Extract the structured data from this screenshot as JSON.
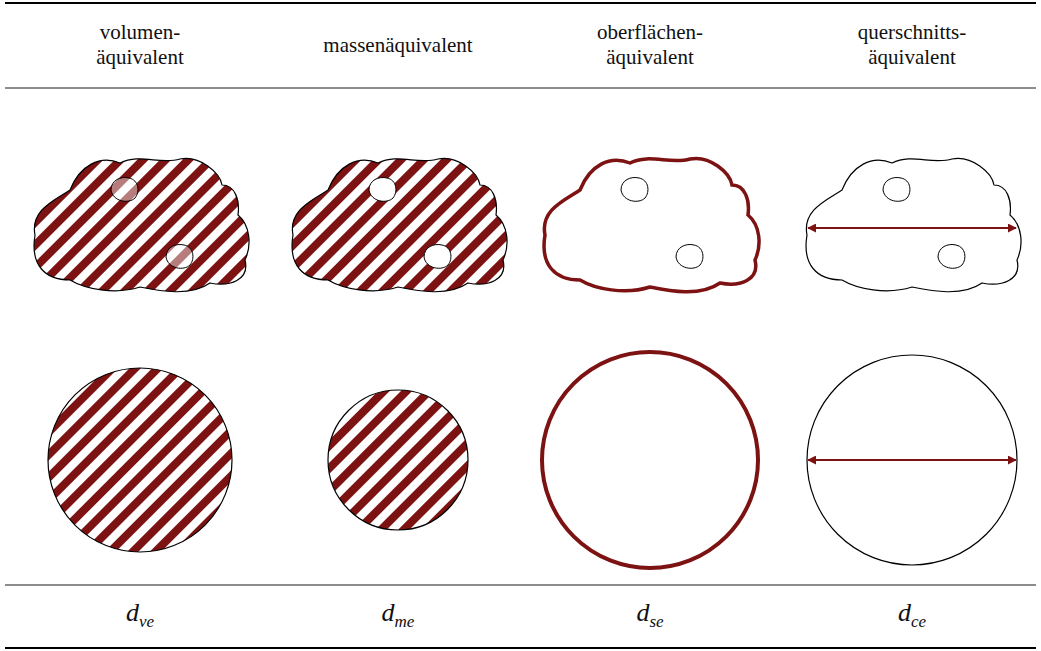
{
  "diagram": {
    "labels": [
      "volumen- äquivalent",
      "massenäquivalent",
      "oberflächen- äquivalent",
      "querschnitts- äquivalent",
      "dve",
      "dme",
      "dse",
      "dce"
    ]
  }
}
